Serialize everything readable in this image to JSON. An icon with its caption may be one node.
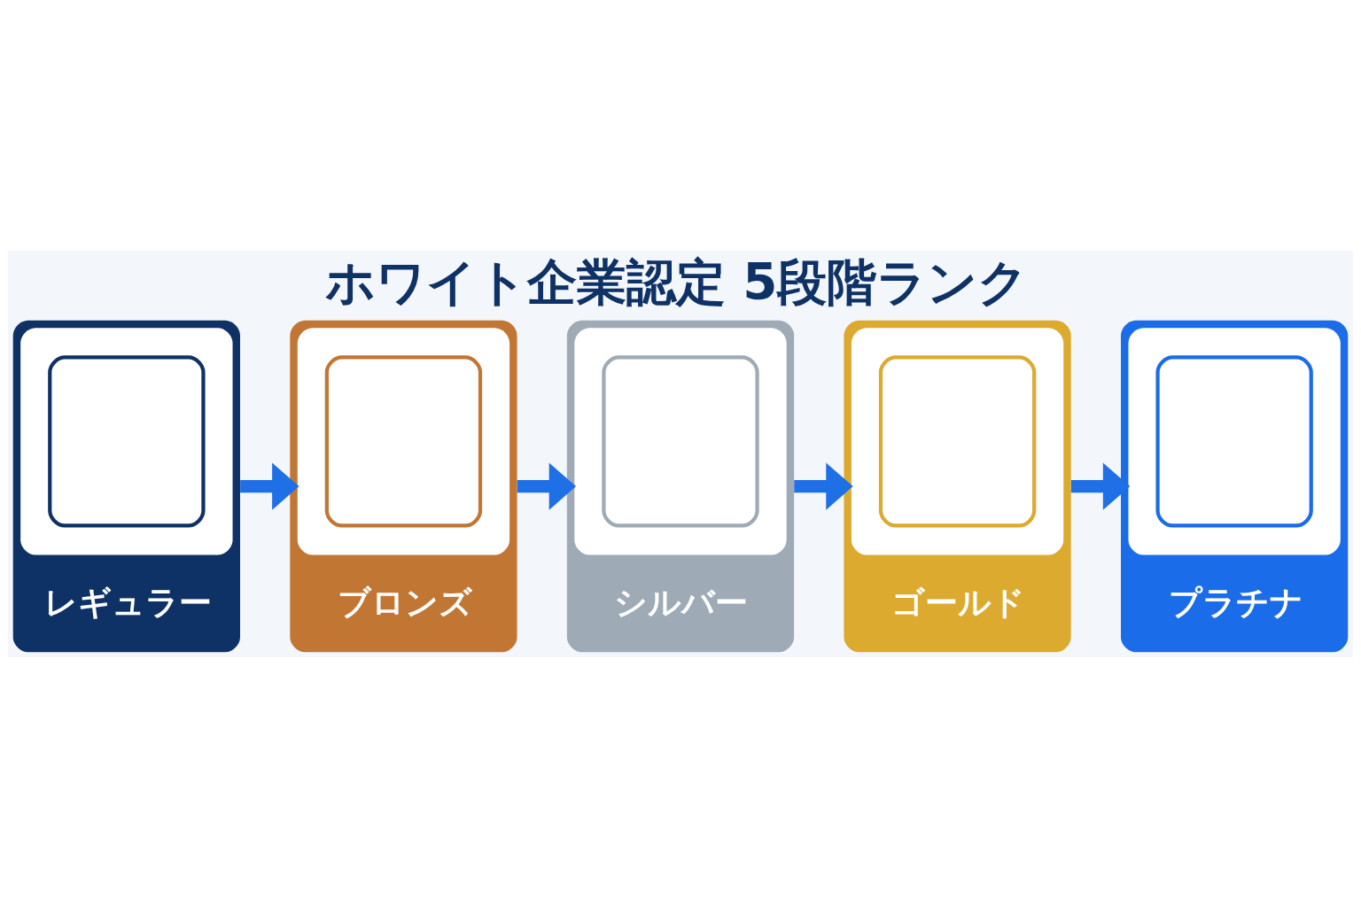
{
  "diagram": {
    "title": "ホワイト企業認定 5段階ランク",
    "nodes": [
      {
        "text": [
          "レギュラー"
        ]
      },
      {
        "text": [
          "ブロンズ"
        ]
      },
      {
        "text": [
          "シルバー"
        ]
      },
      {
        "text": [
          "ゴールド"
        ]
      },
      {
        "text": [
          "プラチナ"
        ]
      }
    ],
    "edges": [
      {
        "from": 0,
        "to": 1,
        "arrow": "to"
      },
      {
        "from": 1,
        "to": 2,
        "arrow": "to"
      },
      {
        "from": 2,
        "to": 3,
        "arrow": "to"
      },
      {
        "from": 3,
        "to": 4,
        "arrow": "to"
      }
    ]
  }
}
